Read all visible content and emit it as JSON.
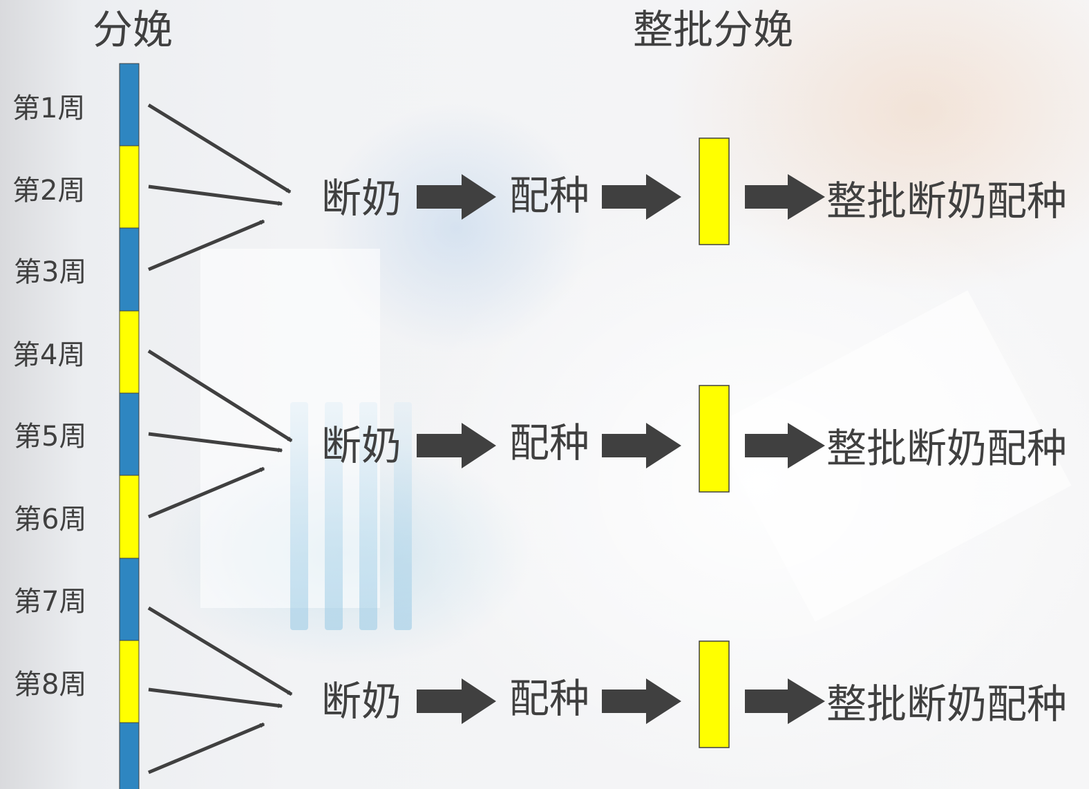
{
  "headings": {
    "left": "分娩",
    "right": "整批分娩"
  },
  "weeks": [
    "第1周",
    "第2周",
    "第3周",
    "第4周",
    "第5周",
    "第6周",
    "第7周",
    "第8周"
  ],
  "groups": [
    {
      "weaning": "断奶",
      "breeding": "配种",
      "result": "整批断奶配种"
    },
    {
      "weaning": "断奶",
      "breeding": "配种",
      "result": "整批断奶配种"
    },
    {
      "weaning": "断奶",
      "breeding": "配种",
      "result": "整批断奶配种"
    }
  ],
  "colors": {
    "blue": "#2e86c1",
    "yellow": "#ffff00",
    "arrow": "#404040",
    "text": "#404040"
  }
}
